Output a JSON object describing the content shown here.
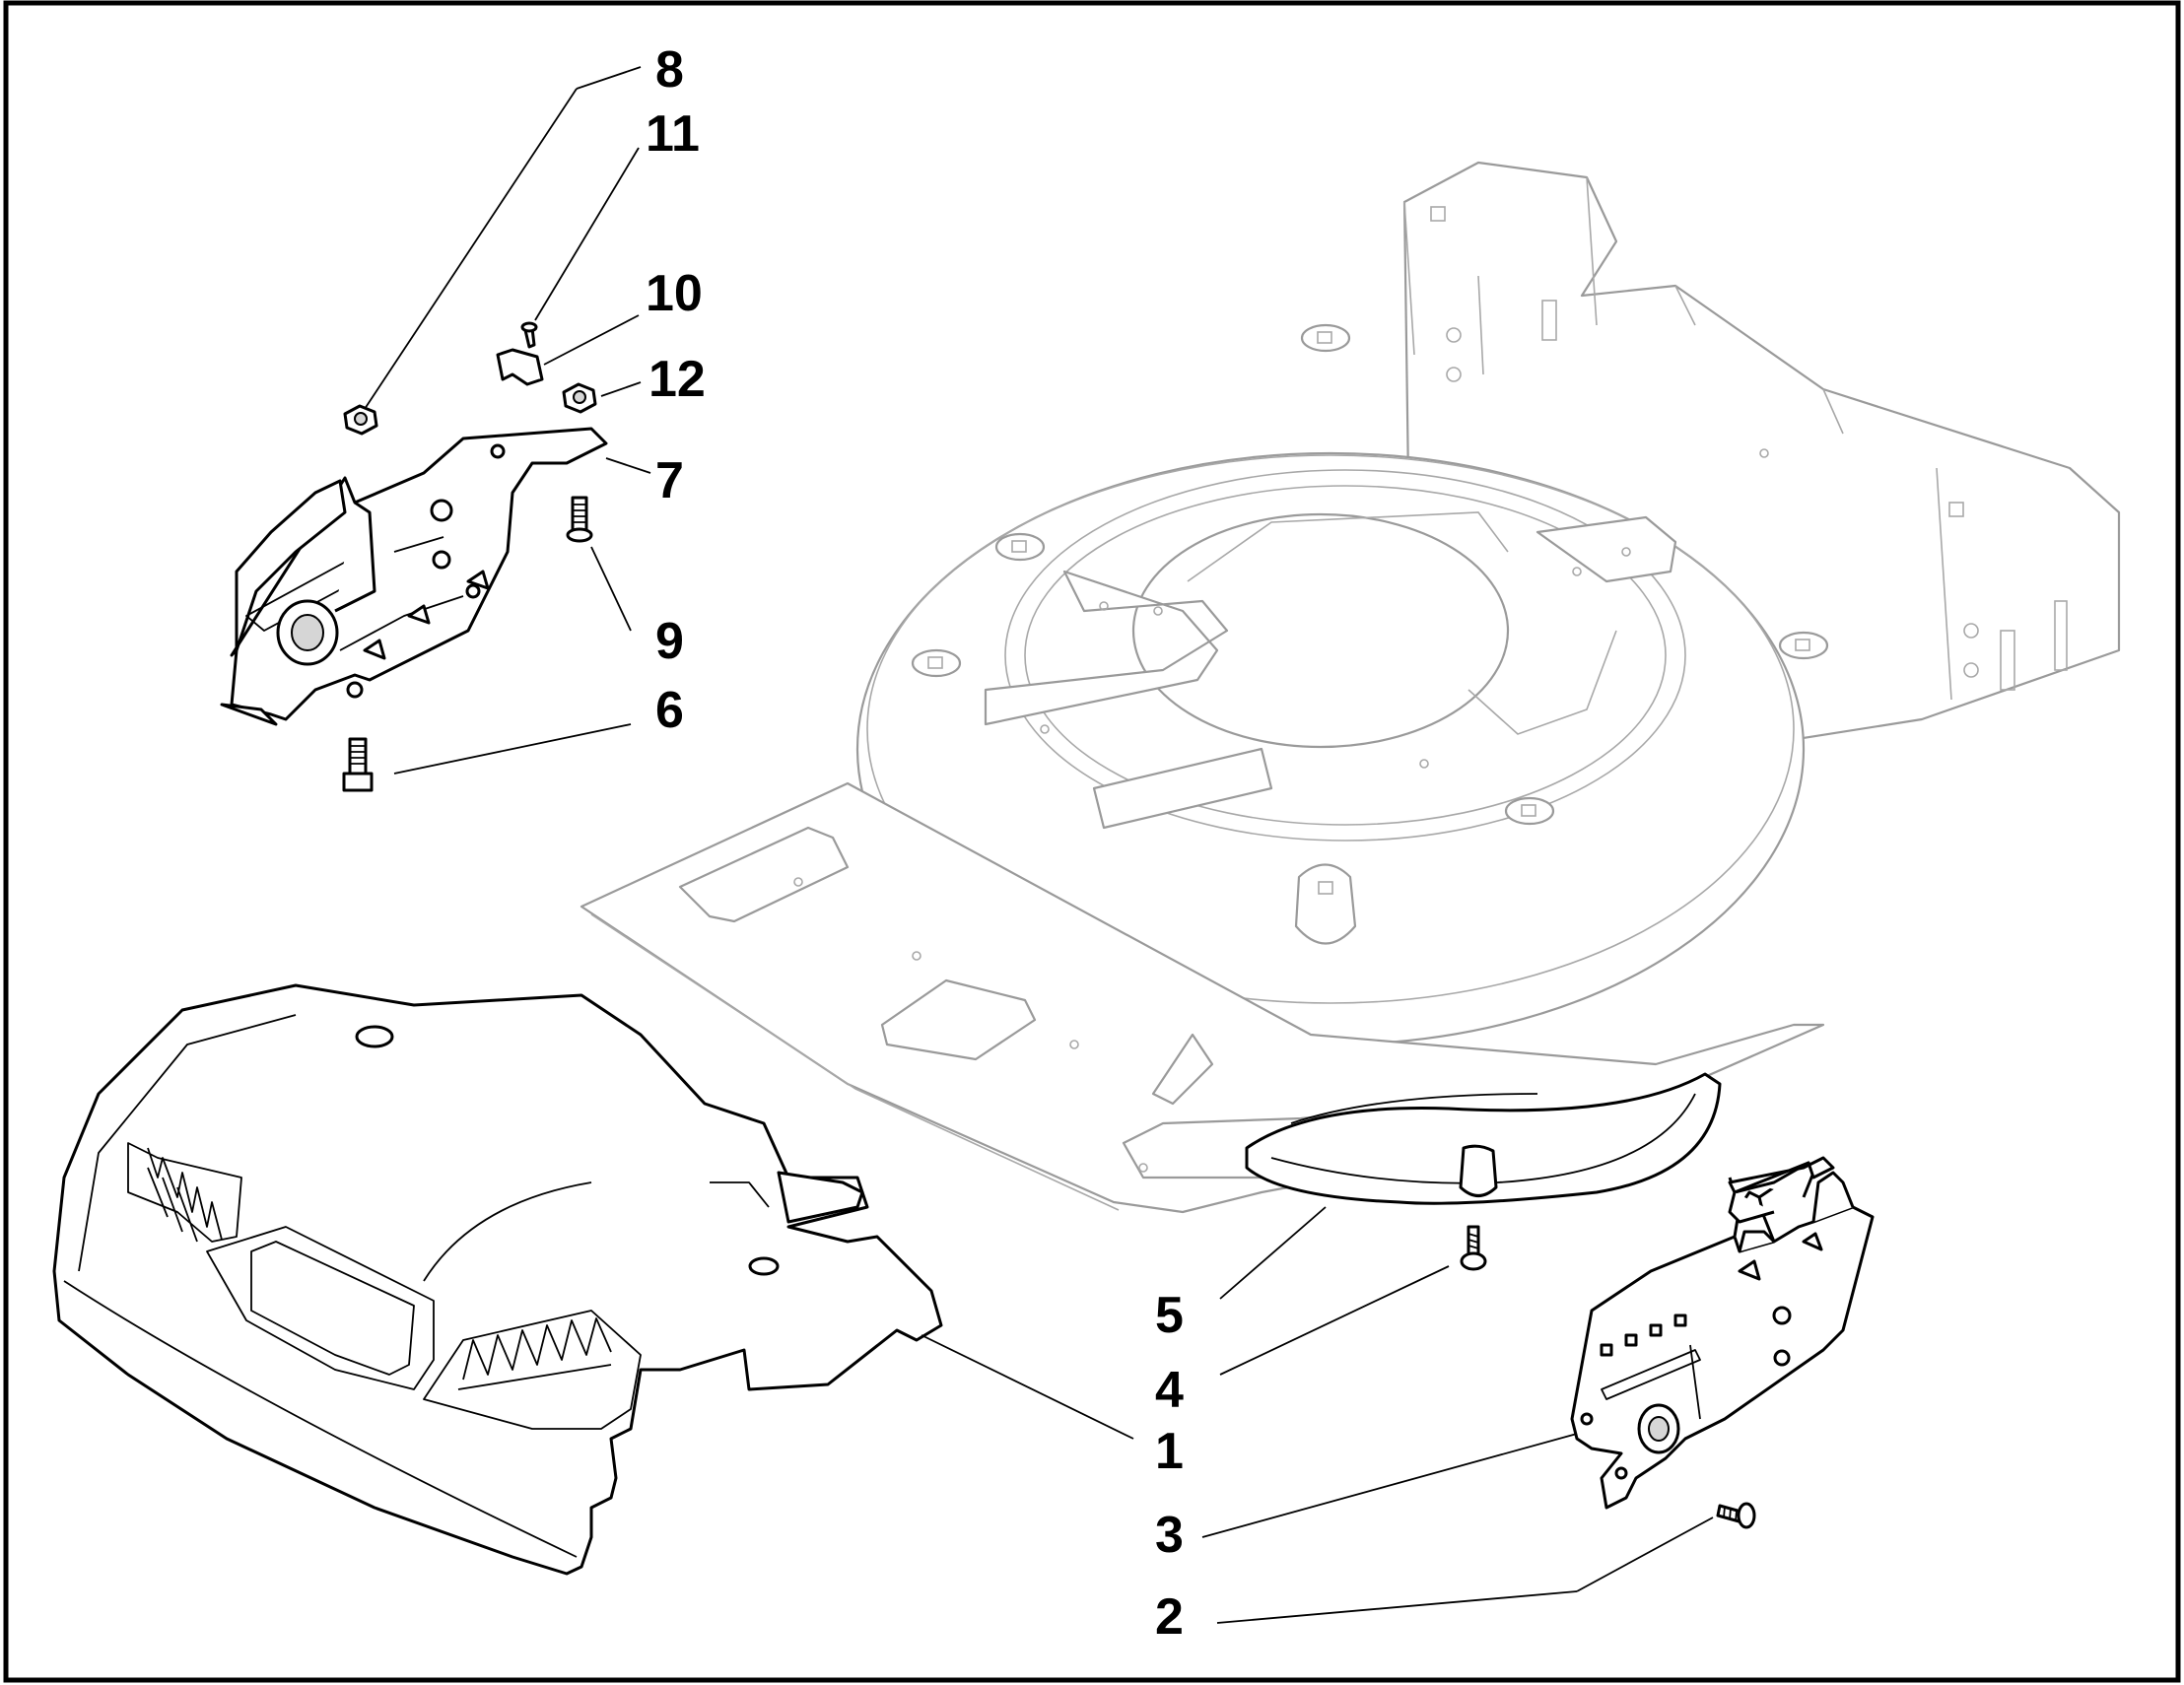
{
  "callouts": {
    "c1": "1",
    "c2": "2",
    "c3": "3",
    "c4": "4",
    "c5": "5",
    "c6": "6",
    "c7": "7",
    "c8": "8",
    "c9": "9",
    "c10": "10",
    "c11": "11",
    "c12": "12"
  },
  "colors": {
    "line": "#000000",
    "ghost_line": "#9a9a9a",
    "background": "#ffffff"
  }
}
